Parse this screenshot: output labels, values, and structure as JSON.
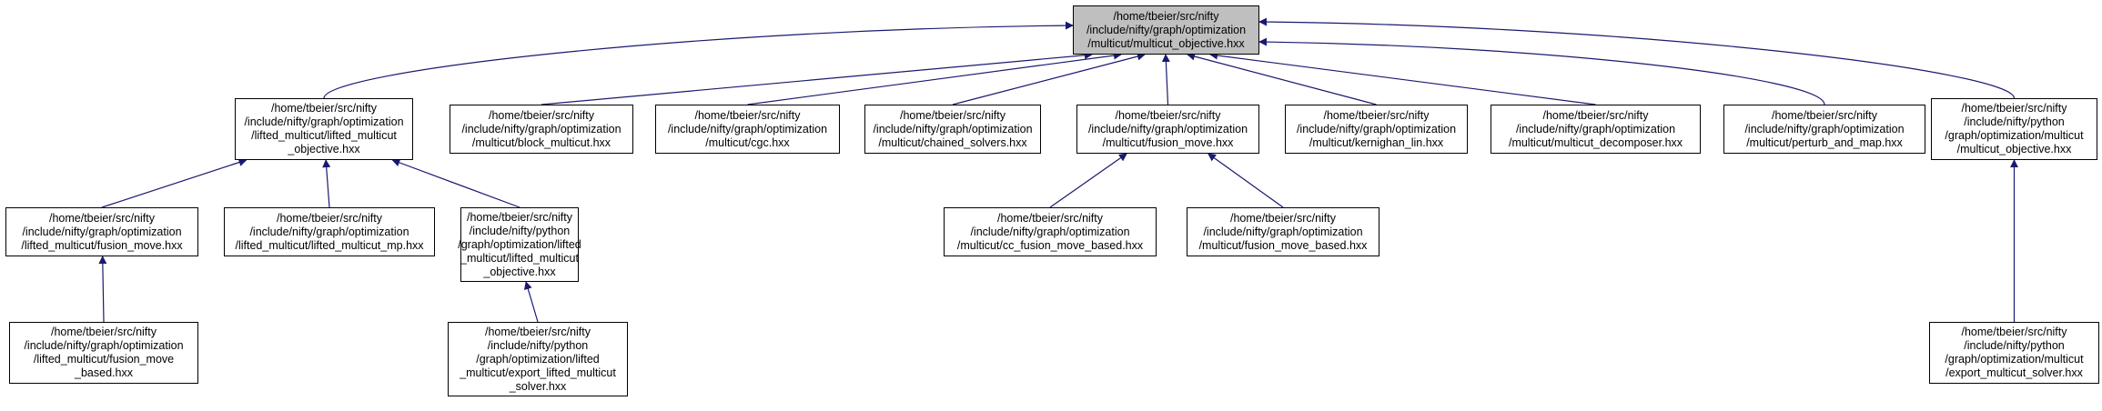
{
  "graph": {
    "edge_color": "#191970",
    "nodes": [
      {
        "id": "root",
        "root": true,
        "fill": "#bfbfbf",
        "lines": [
          "/home/tbeier/src/nifty",
          "/include/nifty/graph/optimization",
          "/multicut/multicut_objective.hxx"
        ]
      },
      {
        "id": "lmo",
        "lines": [
          "/home/tbeier/src/nifty",
          "/include/nifty/graph/optimization",
          "/lifted_multicut/lifted_multicut",
          "_objective.hxx"
        ]
      },
      {
        "id": "bm",
        "lines": [
          "/home/tbeier/src/nifty",
          "/include/nifty/graph/optimization",
          "/multicut/block_multicut.hxx"
        ]
      },
      {
        "id": "cgc",
        "lines": [
          "/home/tbeier/src/nifty",
          "/include/nifty/graph/optimization",
          "/multicut/cgc.hxx"
        ]
      },
      {
        "id": "chained",
        "lines": [
          "/home/tbeier/src/nifty",
          "/include/nifty/graph/optimization",
          "/multicut/chained_solvers.hxx"
        ]
      },
      {
        "id": "fm",
        "lines": [
          "/home/tbeier/src/nifty",
          "/include/nifty/graph/optimization",
          "/multicut/fusion_move.hxx"
        ]
      },
      {
        "id": "kl",
        "lines": [
          "/home/tbeier/src/nifty",
          "/include/nifty/graph/optimization",
          "/multicut/kernighan_lin.hxx"
        ]
      },
      {
        "id": "decomp",
        "lines": [
          "/home/tbeier/src/nifty",
          "/include/nifty/graph/optimization",
          "/multicut/multicut_decomposer.hxx"
        ]
      },
      {
        "id": "pm",
        "lines": [
          "/home/tbeier/src/nifty",
          "/include/nifty/graph/optimization",
          "/multicut/perturb_and_map.hxx"
        ]
      },
      {
        "id": "pymo",
        "lines": [
          "/home/tbeier/src/nifty",
          "/include/nifty/python",
          "/graph/optimization/multicut",
          "/multicut_objective.hxx"
        ]
      },
      {
        "id": "lfm",
        "lines": [
          "/home/tbeier/src/nifty",
          "/include/nifty/graph/optimization",
          "/lifted_multicut/fusion_move.hxx"
        ]
      },
      {
        "id": "lmp",
        "lines": [
          "/home/tbeier/src/nifty",
          "/include/nifty/graph/optimization",
          "/lifted_multicut/lifted_multicut_mp.hxx"
        ]
      },
      {
        "id": "pylmo",
        "lines": [
          "/home/tbeier/src/nifty",
          "/include/nifty/python",
          "/graph/optimization/lifted",
          "_multicut/lifted_multicut",
          "_objective.hxx"
        ]
      },
      {
        "id": "ccfmb",
        "lines": [
          "/home/tbeier/src/nifty",
          "/include/nifty/graph/optimization",
          "/multicut/cc_fusion_move_based.hxx"
        ]
      },
      {
        "id": "fmb",
        "lines": [
          "/home/tbeier/src/nifty",
          "/include/nifty/graph/optimization",
          "/multicut/fusion_move_based.hxx"
        ]
      },
      {
        "id": "pyems",
        "lines": [
          "/home/tbeier/src/nifty",
          "/include/nifty/python",
          "/graph/optimization/multicut",
          "/export_multicut_solver.hxx"
        ]
      },
      {
        "id": "lfmb",
        "lines": [
          "/home/tbeier/src/nifty",
          "/include/nifty/graph/optimization",
          "/lifted_multicut/fusion_move",
          "_based.hxx"
        ]
      },
      {
        "id": "pyelms",
        "lines": [
          "/home/tbeier/src/nifty",
          "/include/nifty/python",
          "/graph/optimization/lifted",
          "_multicut/export_lifted_multicut",
          "_solver.hxx"
        ]
      }
    ],
    "edges": [
      {
        "from": "lmo",
        "to": "root"
      },
      {
        "from": "bm",
        "to": "root"
      },
      {
        "from": "cgc",
        "to": "root"
      },
      {
        "from": "chained",
        "to": "root"
      },
      {
        "from": "fm",
        "to": "root"
      },
      {
        "from": "kl",
        "to": "root"
      },
      {
        "from": "decomp",
        "to": "root"
      },
      {
        "from": "pm",
        "to": "root"
      },
      {
        "from": "pymo",
        "to": "root"
      },
      {
        "from": "lfm",
        "to": "lmo"
      },
      {
        "from": "lmp",
        "to": "lmo"
      },
      {
        "from": "pylmo",
        "to": "lmo"
      },
      {
        "from": "ccfmb",
        "to": "fm"
      },
      {
        "from": "fmb",
        "to": "fm"
      },
      {
        "from": "pyems",
        "to": "pymo"
      },
      {
        "from": "lfmb",
        "to": "lfm"
      },
      {
        "from": "pyelms",
        "to": "pylmo"
      }
    ]
  }
}
